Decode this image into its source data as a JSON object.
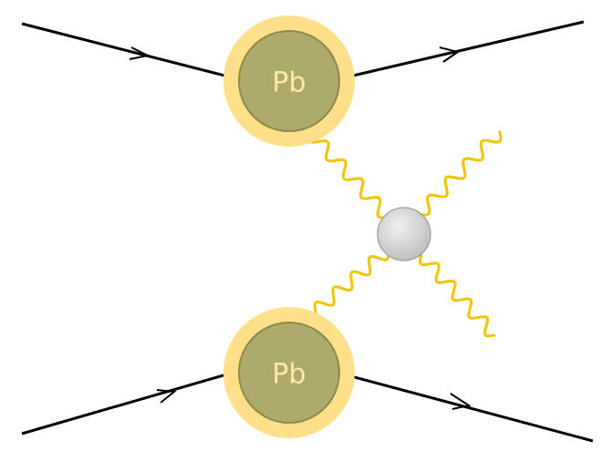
{
  "nuclei": [
    {
      "label": "Pb"
    },
    {
      "label": "Pb"
    }
  ],
  "colors": {
    "line": "#000000",
    "nucleus_fill": "#adab6b",
    "nucleus_stroke": "#8c8a4c",
    "halo": "#ffe08a",
    "label": "#ffe9a8",
    "photon": "#f5c400",
    "vertex_light": "#f0f0f0",
    "vertex_dark": "#bdbdbd",
    "vertex_stroke": "#a6a6a6"
  },
  "icons": {
    "incoming_particle": "line-with-arrow",
    "photon": "wavy-line",
    "vertex": "grey-blob"
  }
}
